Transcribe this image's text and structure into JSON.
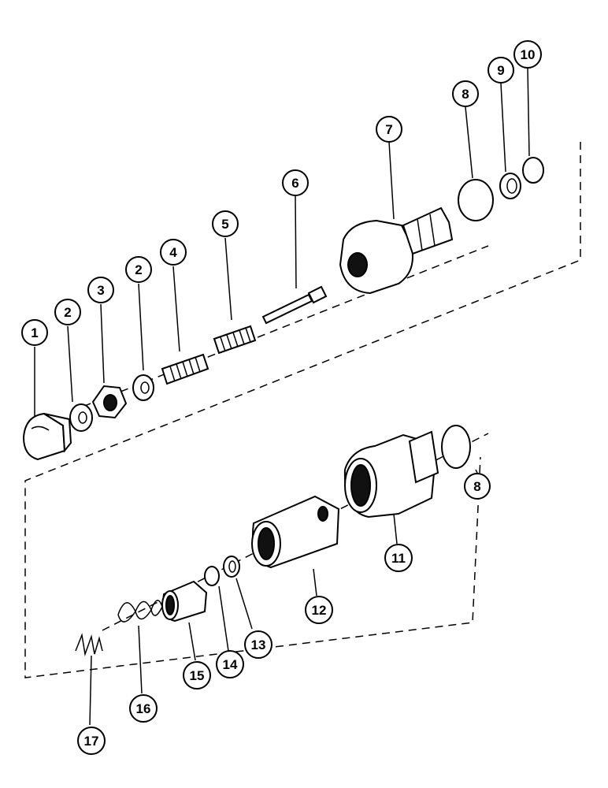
{
  "callouts": [
    "1",
    "2",
    "3",
    "2",
    "4",
    "5",
    "6",
    "7",
    "8",
    "9",
    "10",
    "8",
    "11",
    "12",
    "13",
    "14",
    "15",
    "16",
    "17"
  ]
}
